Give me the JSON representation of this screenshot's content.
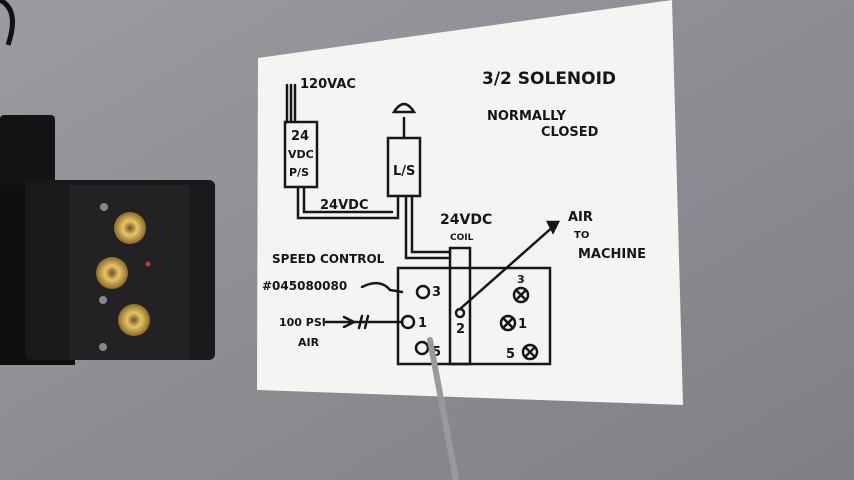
{
  "diagram": {
    "title": "3/2 SOLENOID",
    "subtitle_line1": "NORMALLY",
    "subtitle_line2": "CLOSED",
    "supply_label": "120VAC",
    "power_supply_line1": "24",
    "power_supply_line2": "VDC",
    "power_supply_line3": "P/S",
    "limit_switch_label": "L/S",
    "wire_label": "24VDC",
    "coil_label_line1": "24VDC",
    "coil_label_line2": "COIL",
    "output_label_line1": "AIR",
    "output_label_line2": "TO",
    "output_label_line3": "MACHINE",
    "speed_control_label": "SPEED CONTROL",
    "part_number": "#045080080",
    "input_label_line1": "100 PSI",
    "input_label_line2": "AIR",
    "ports_left": [
      "3",
      "1",
      "5"
    ],
    "port_center": "2",
    "ports_right": [
      "3",
      "1",
      "5"
    ]
  },
  "colors": {
    "wall": "#8e8f93",
    "paper": "#f4f4f2",
    "ink": "#161616",
    "valve_body": "#1a1a1c",
    "brass": "#c9a24a",
    "pointer": "#9a9a9e"
  }
}
